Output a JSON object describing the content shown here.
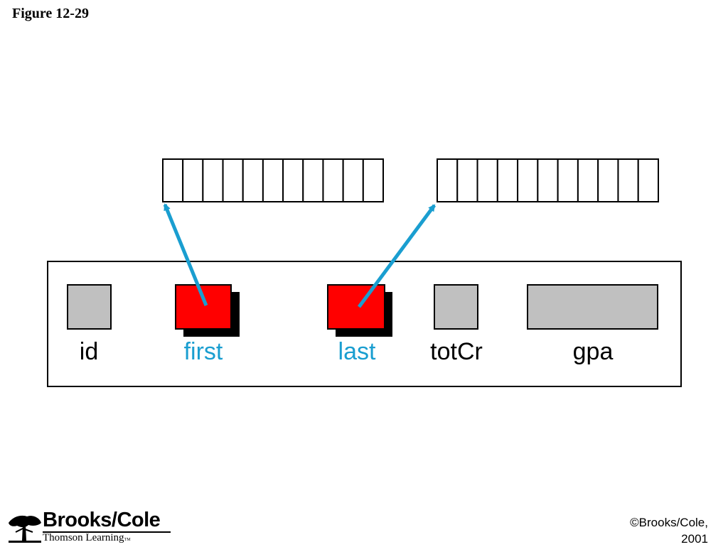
{
  "figure_title": "Figure 12-29",
  "fields": [
    {
      "label": "id",
      "kind": "value",
      "color": "#000000"
    },
    {
      "label": "first",
      "kind": "pointer",
      "color": "#1a9ed0"
    },
    {
      "label": "last",
      "kind": "pointer",
      "color": "#1a9ed0"
    },
    {
      "label": "totCr",
      "kind": "value",
      "color": "#000000"
    },
    {
      "label": "gpa",
      "kind": "value",
      "color": "#000000"
    }
  ],
  "colors": {
    "value_box": "#c0c0c0",
    "pointer_box": "#ff0000",
    "shadow": "#000000",
    "arrow": "#1a9ed0"
  },
  "string_arrays": [
    {
      "cell_count": 11
    },
    {
      "cell_count": 11
    }
  ],
  "logo": {
    "name": "Brooks/Cole",
    "subtitle": "Thomson Learning",
    "tm": "TM"
  },
  "copyright": {
    "line1": "©Brooks/Cole,",
    "line2": "2001"
  }
}
